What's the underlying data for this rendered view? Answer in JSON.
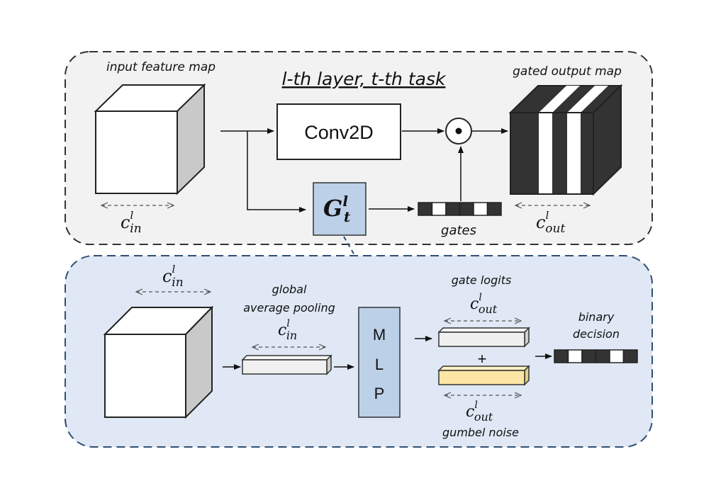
{
  "top_panel": {
    "title": "l-th layer, t-th task",
    "input_label": "input feature map",
    "input_channels": "c",
    "input_channels_sup": "l",
    "input_channels_sub": "in",
    "conv_label": "Conv2D",
    "gate_symbol": "G",
    "gate_sup": "l",
    "gate_sub": "t",
    "gates_label": "gates",
    "output_label": "gated output map",
    "output_channels": "c",
    "output_channels_sup": "l",
    "output_channels_sub": "out",
    "multiply_symbol": "⊙"
  },
  "bottom_panel": {
    "input_channels": "c",
    "input_channels_sup": "l",
    "input_channels_sub": "in",
    "pooling_label_1": "global",
    "pooling_label_2": "average pooling",
    "pooled_channels": "c",
    "pooled_channels_sup": "l",
    "pooled_channels_sub": "in",
    "mlp_letters": [
      "M",
      "L",
      "P"
    ],
    "gate_logits_label": "gate logits",
    "logits_channels": "c",
    "logits_channels_sup": "l",
    "logits_channels_sub": "out",
    "plus_symbol": "+",
    "noise_channels": "c",
    "noise_channels_sup": "l",
    "noise_channels_sub": "out",
    "noise_label": "gumbel noise",
    "decision_label_1": "binary",
    "decision_label_2": "decision"
  },
  "colors": {
    "top_panel_bg": "#f2f2f2",
    "bottom_panel_bg": "#dfe8f4",
    "gate_box": "#bcd0e8",
    "mlp_box": "#bcd0e8",
    "noise_bar": "#fbe6a6",
    "dark_cell": "#333333",
    "bottom_border": "#2f4f74"
  }
}
